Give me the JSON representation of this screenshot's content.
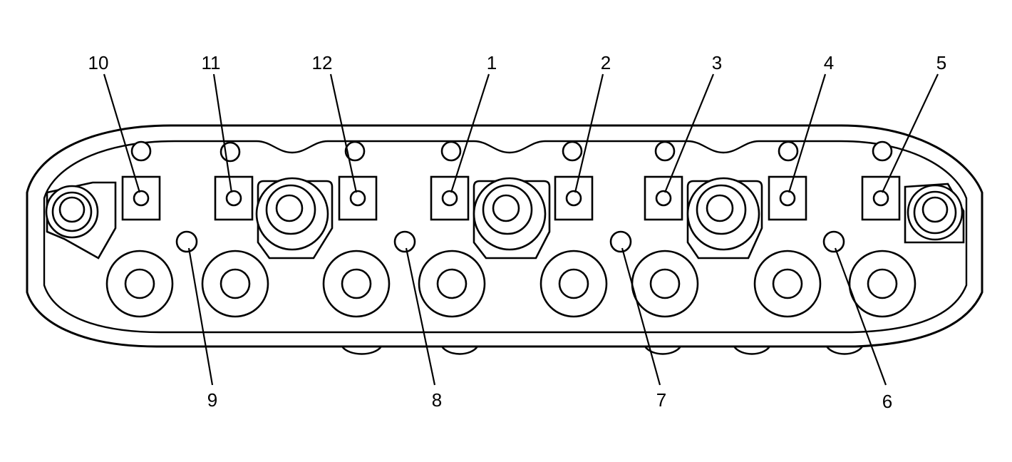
{
  "callouts": [
    {
      "id": "bolt-1",
      "label": "1"
    },
    {
      "id": "bolt-2",
      "label": "2"
    },
    {
      "id": "bolt-3",
      "label": "3"
    },
    {
      "id": "bolt-4",
      "label": "4"
    },
    {
      "id": "bolt-5",
      "label": "5"
    },
    {
      "id": "bolt-6",
      "label": "6"
    },
    {
      "id": "bolt-7",
      "label": "7"
    },
    {
      "id": "bolt-8",
      "label": "8"
    },
    {
      "id": "bolt-9",
      "label": "9"
    },
    {
      "id": "bolt-10",
      "label": "10"
    },
    {
      "id": "bolt-11",
      "label": "11"
    },
    {
      "id": "bolt-12",
      "label": "12"
    }
  ],
  "colors": {
    "line": "#000000",
    "background": "#ffffff"
  }
}
